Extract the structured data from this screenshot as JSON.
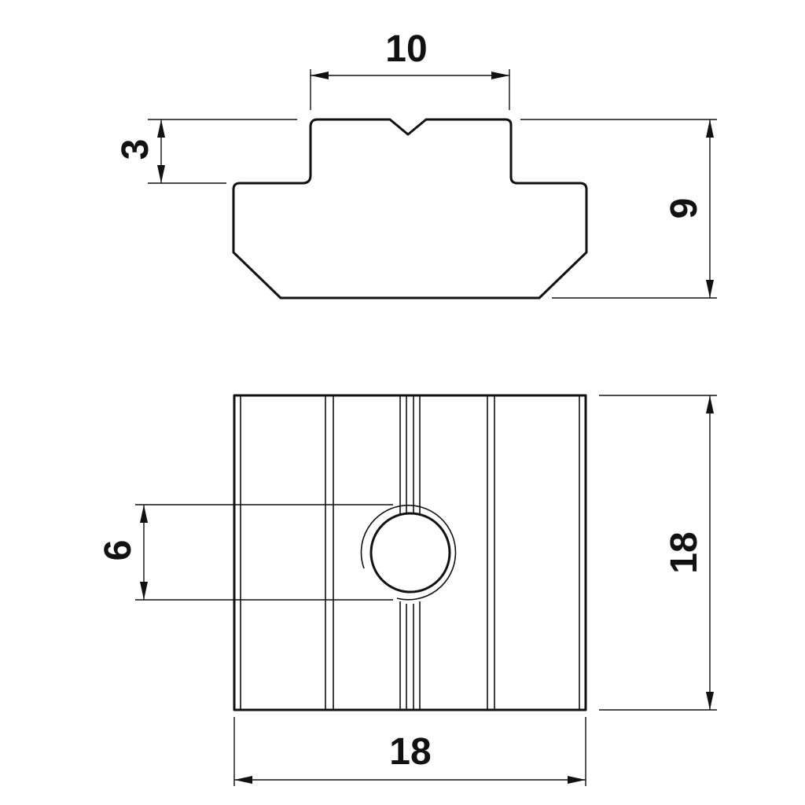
{
  "dimensions": {
    "top_view_width": "10",
    "top_view_step_height": "3",
    "top_view_total_height": "9",
    "bottom_view_hole_diameter": "6",
    "bottom_view_height": "18",
    "bottom_view_width": "18"
  },
  "colors": {
    "line": "#111111",
    "background": "#ffffff"
  }
}
